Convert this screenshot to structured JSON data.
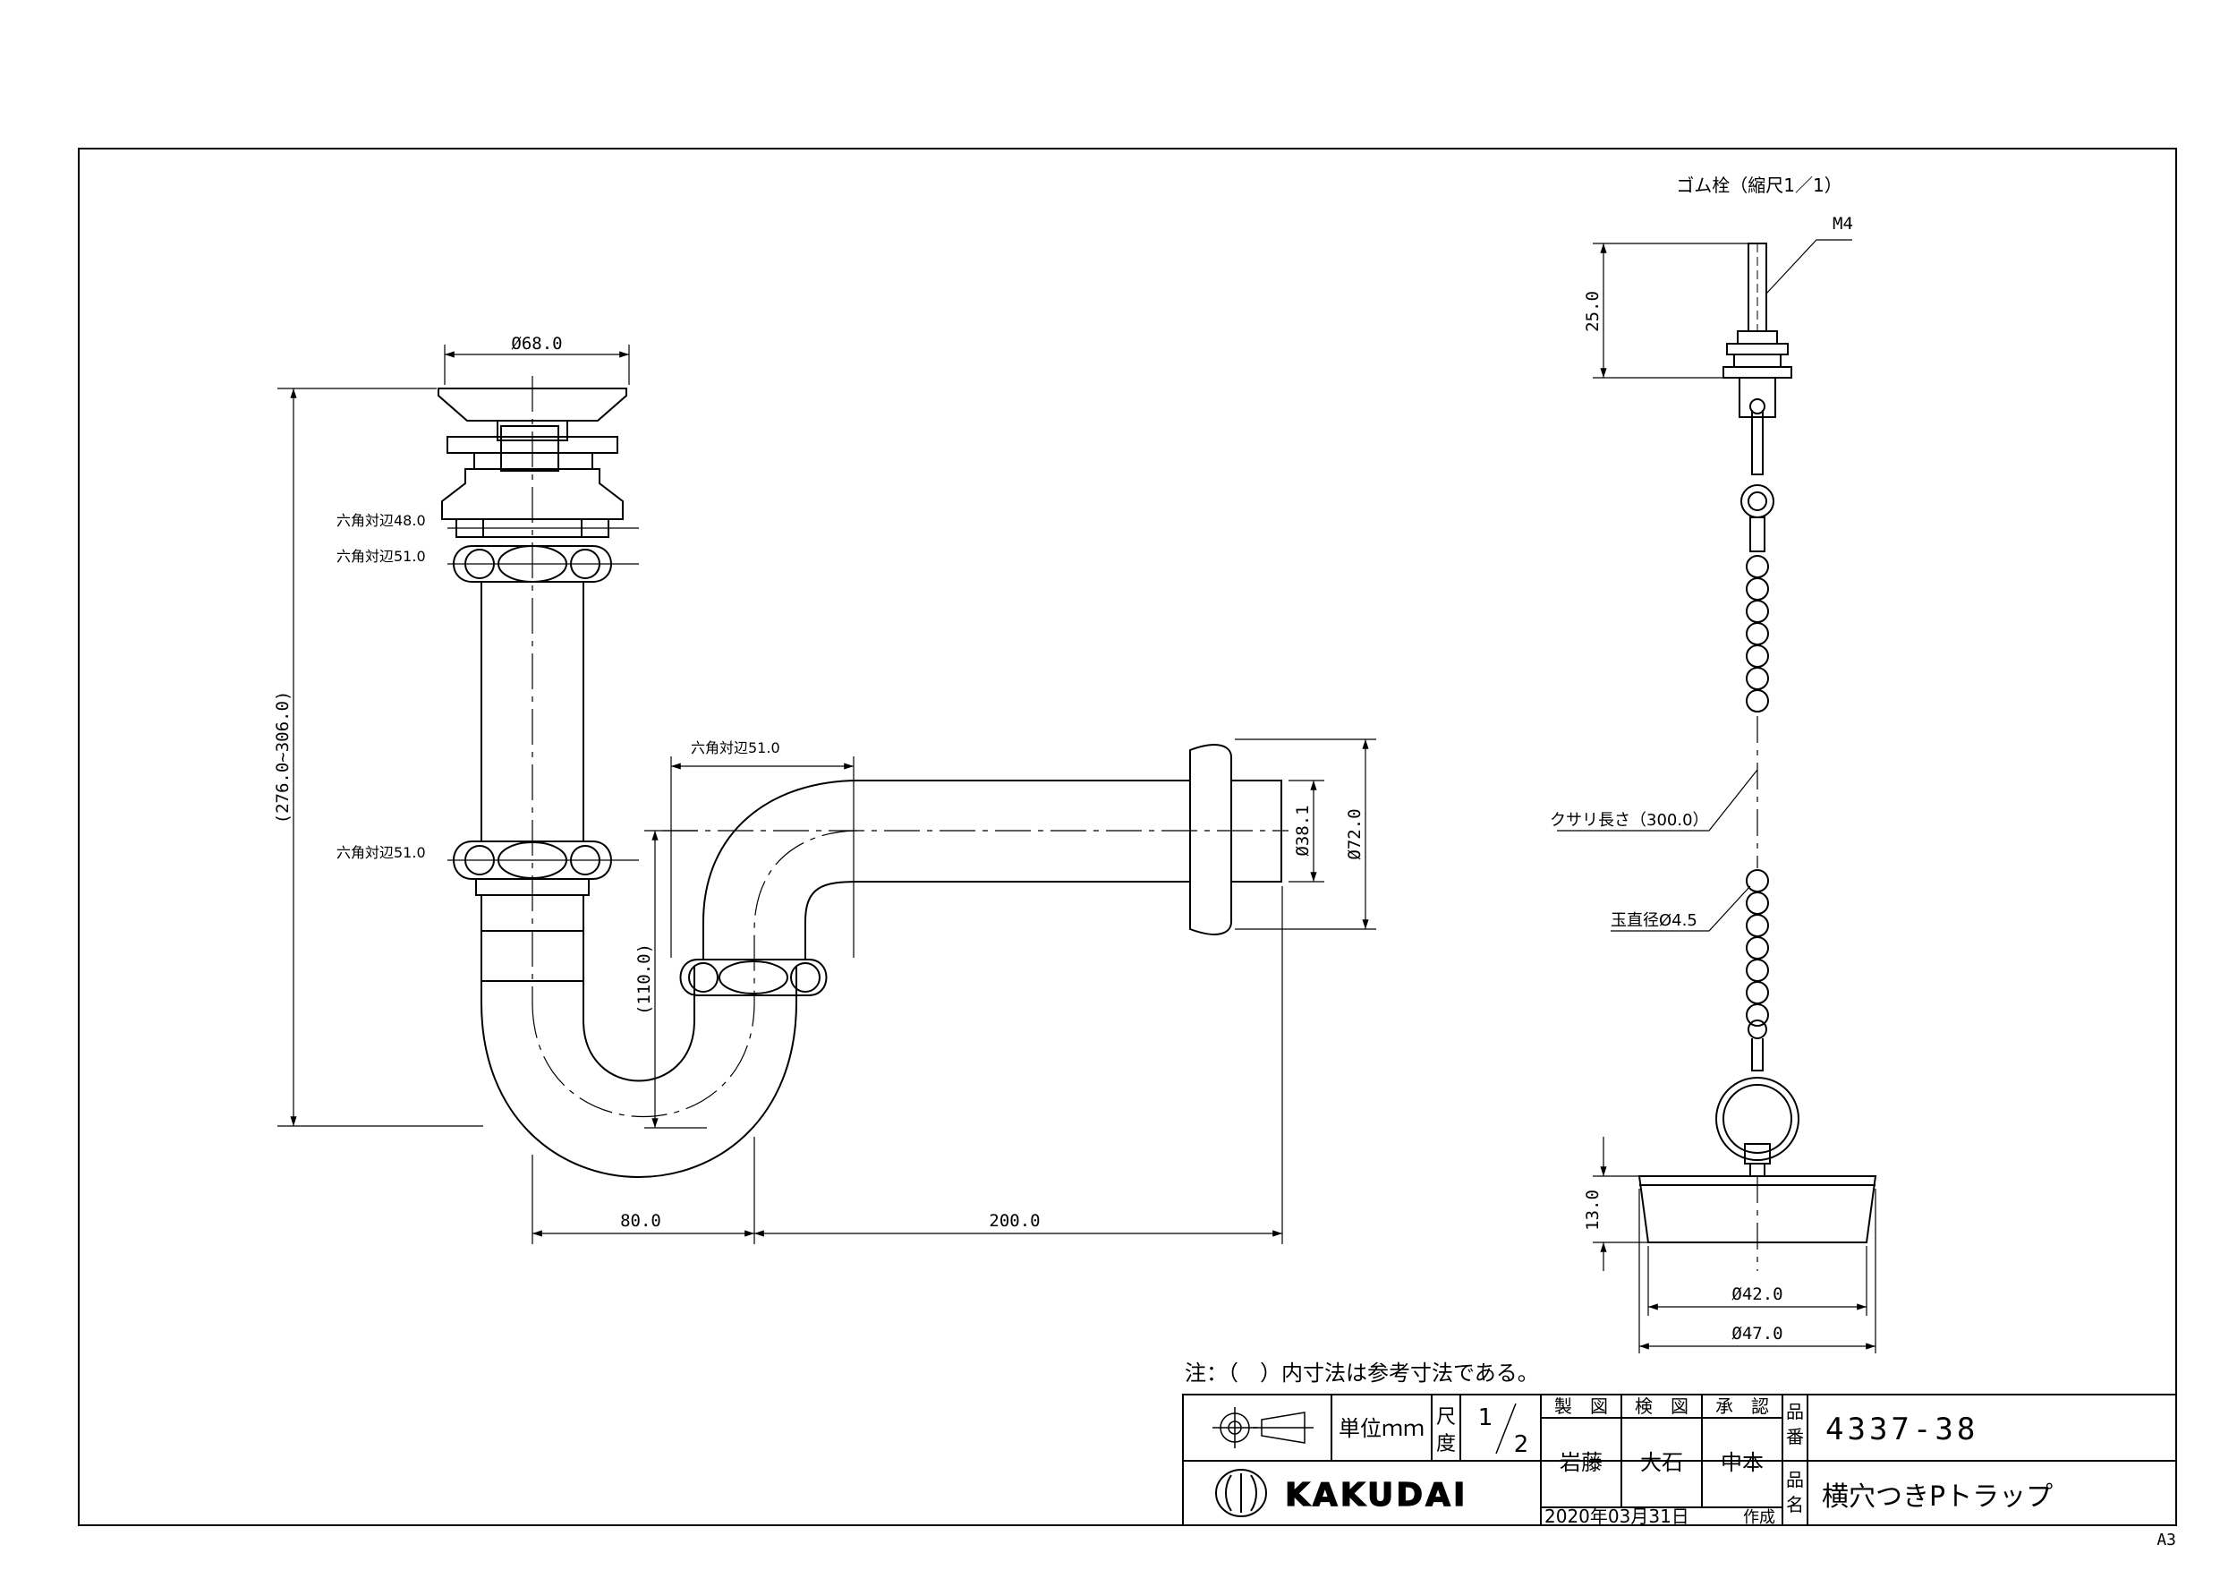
{
  "drawing": {
    "main_dimensions": {
      "top_dia": "Ø68.0",
      "total_height": "(276.0~306.0)",
      "hex_48": "六角対辺48.0",
      "hex_51_a": "六角対辺51.0",
      "hex_51_b": "六角対辺51.0",
      "hex_51_c": "六角対辺51.0",
      "trap_height": "(110.0)",
      "pipe_dia": "Ø38.1",
      "flange_dia": "Ø72.0",
      "offset_80": "80.0",
      "length_200": "200.0"
    },
    "plug_detail": {
      "title": "ゴム栓（縮尺1／1）",
      "thread": "M4",
      "stud_length": "25.0",
      "chain_length": "クサリ長さ（300.0）",
      "ball_dia": "玉直径Ø4.5",
      "plug_height": "13.0",
      "plug_bottom_dia": "Ø42.0",
      "plug_top_dia": "Ø47.0"
    },
    "note": "注：（　）内寸法は参考寸法である。"
  },
  "title_block": {
    "unit_label": "単位ｍｍ",
    "scale_label_1": "尺",
    "scale_label_2": "度",
    "scale_num": "1",
    "scale_den": "2",
    "drawn_label": "製　図",
    "checked_label": "検　図",
    "approved_label": "承　認",
    "drawn_by": "岩藤",
    "checked_by": "大石",
    "approved_by": "中本",
    "part_no_label_1": "品",
    "part_no_label_2": "番",
    "part_no": "4337-38",
    "name_label_1": "品",
    "name_label_2": "名",
    "part_name": "横穴つきPトラップ",
    "company": "KAKUDAI",
    "date": "2020年03月31日",
    "created_label": "作成"
  },
  "sheet_size": "A3"
}
